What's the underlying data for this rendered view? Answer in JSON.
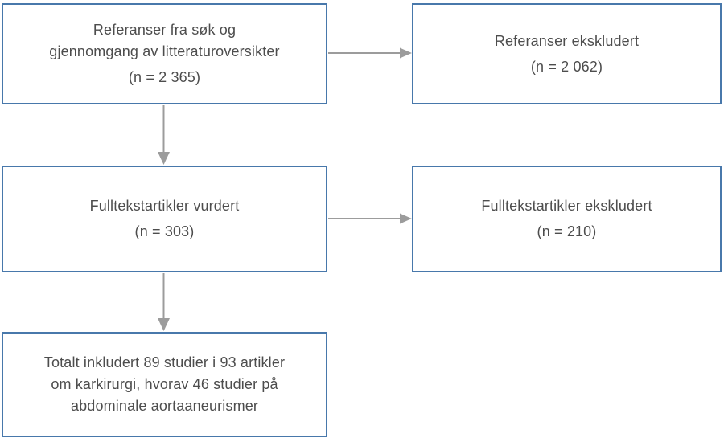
{
  "colors": {
    "box_border": "#4878ab",
    "arrow": "#9c9c9c",
    "text": "#4d4d4d",
    "background": "#ffffff"
  },
  "boxes": {
    "identified": {
      "line1": "Referanser fra søk og",
      "line2": "gjennomgang av litteraturoversikter",
      "count": "(n = 2 365)"
    },
    "references_excluded": {
      "label": "Referanser ekskludert",
      "count": "(n = 2 062)"
    },
    "fulltext_assessed": {
      "label": "Fulltekstartikler vurdert",
      "count": "(n = 303)"
    },
    "fulltext_excluded": {
      "label": "Fulltekstartikler ekskludert",
      "count": "(n = 210)"
    },
    "included": {
      "line1": "Totalt inkludert 89 studier i 93 artikler",
      "line2": "om karkirurgi, hvorav 46 studier på",
      "line3": "abdominale aortaaneurismer"
    }
  },
  "edges": [
    {
      "from": "identified",
      "to": "references_excluded",
      "direction": "right"
    },
    {
      "from": "identified",
      "to": "fulltext_assessed",
      "direction": "down"
    },
    {
      "from": "fulltext_assessed",
      "to": "fulltext_excluded",
      "direction": "right"
    },
    {
      "from": "fulltext_assessed",
      "to": "included",
      "direction": "down"
    }
  ]
}
